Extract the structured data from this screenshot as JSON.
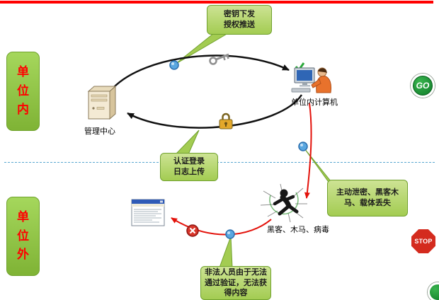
{
  "zones": {
    "inside": {
      "label": "单位内"
    },
    "outside": {
      "label": "单位外"
    }
  },
  "nodes": {
    "management_center": {
      "label": "管理中心"
    },
    "internal_computer": {
      "label": "单位内计算机"
    },
    "hacker": {
      "label": "黑客、木马、病毒"
    }
  },
  "callouts": {
    "key_push": {
      "text": "密钥下发\n授权推送"
    },
    "auth_login": {
      "text": "认证登录\n日志上传"
    },
    "leak_risk": {
      "text": "主动泄密、黑客木\n马、载体丢失"
    },
    "illegal_user": {
      "text": "非法人员由于无法\n通过验证，无法获\n得内容"
    }
  },
  "signs": {
    "go": {
      "label": "GO"
    },
    "stop": {
      "label": "STOP"
    }
  },
  "colors": {
    "top_bar_red": "#FF0000",
    "zone_fill_green": "#8DC63F",
    "zone_text_red": "#FF0000",
    "callout_fill_green": "#AFD25B",
    "arrow_black": "#111111",
    "arrow_red": "#E3120B",
    "divider_blue": "#59A7D1",
    "dot_blue": "#5AA7E0",
    "go_green": "#128A2C",
    "stop_red": "#D42B1E"
  }
}
